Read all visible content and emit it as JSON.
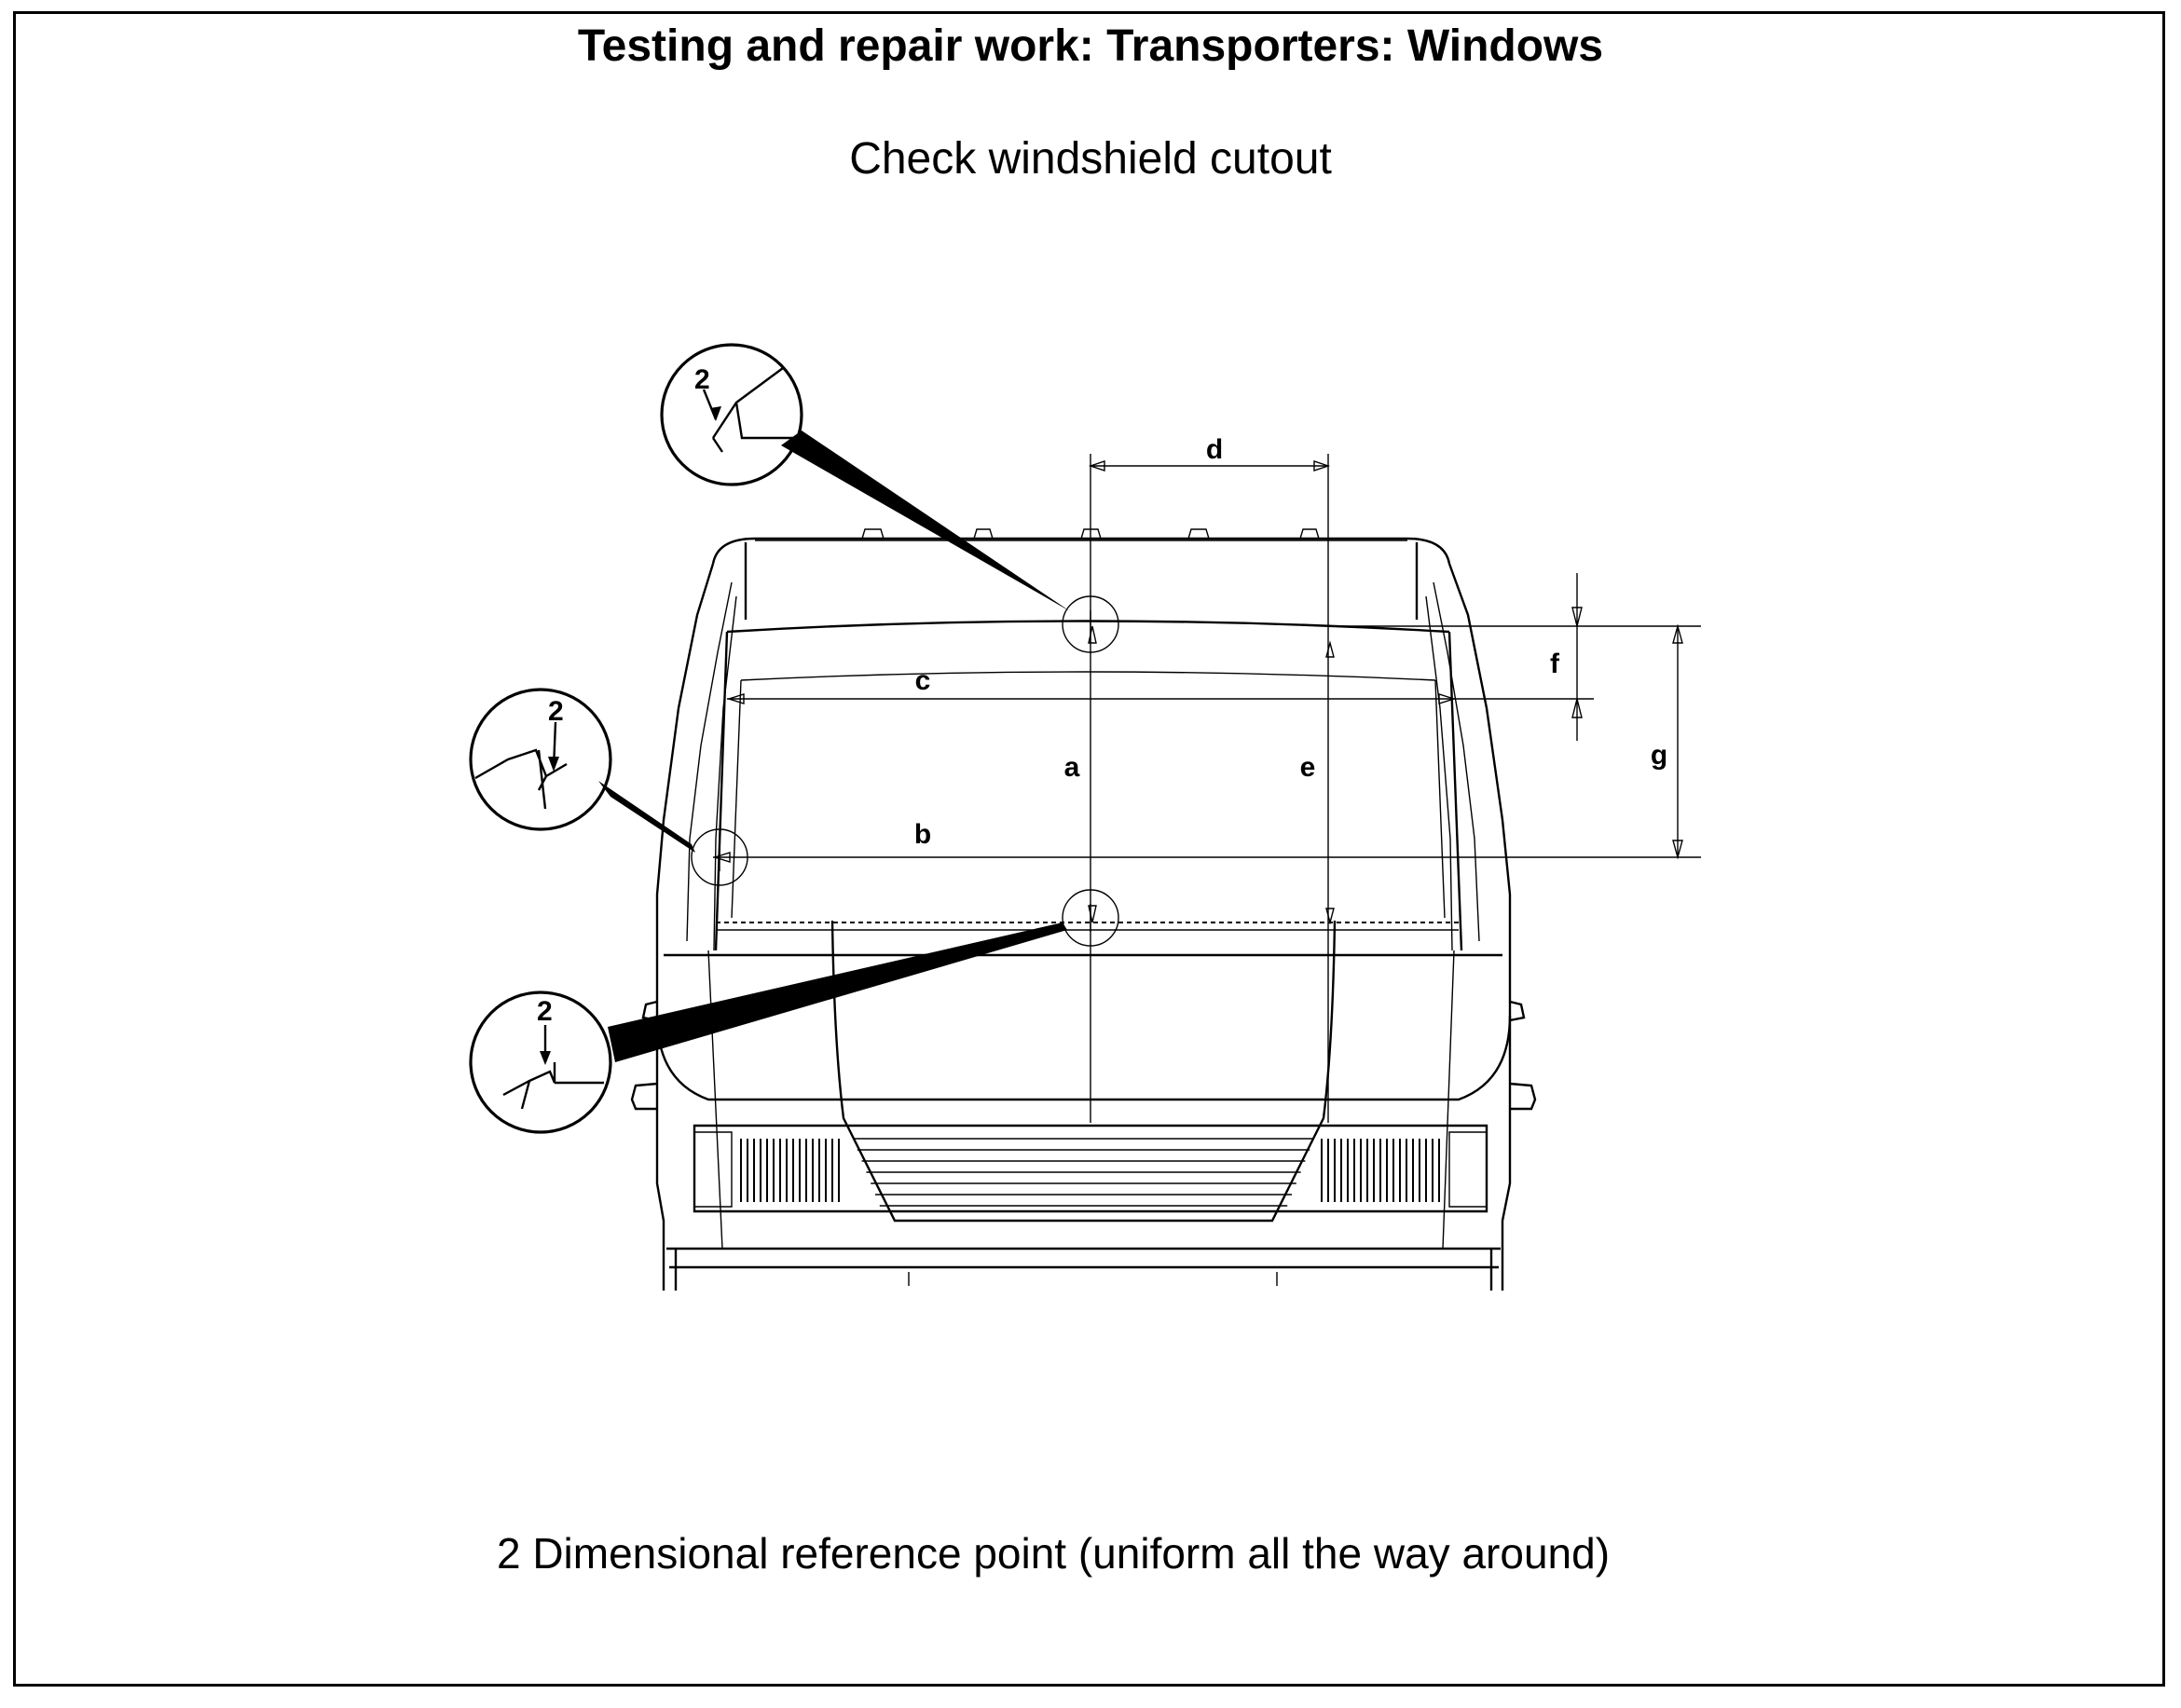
{
  "header": {
    "title": "Testing and repair work: Transporters: Windows",
    "subtitle": "Check windshield cutout"
  },
  "diagram": {
    "dimension_labels": {
      "a": "a",
      "b": "b",
      "c": "c",
      "d": "d",
      "e": "e",
      "f": "f",
      "g": "g"
    },
    "detail_callouts": [
      {
        "label": "2"
      },
      {
        "label": "2"
      },
      {
        "label": "2"
      }
    ]
  },
  "caption": {
    "text": "2 Dimensional reference point (uniform all the way around)"
  }
}
